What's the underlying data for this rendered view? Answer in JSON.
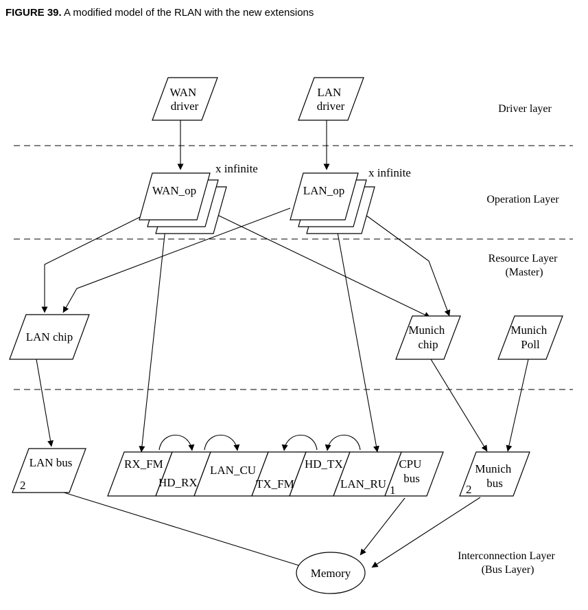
{
  "caption": {
    "label": "FIGURE 39.",
    "text": "A modified model of the RLAN with the new extensions"
  },
  "layers": {
    "driver": [
      "Driver layer"
    ],
    "operation": [
      "Operation Layer"
    ],
    "resource": [
      "Resource Layer",
      "(Master)"
    ],
    "interconnection": [
      "Interconnection Layer",
      "(Bus Layer)"
    ]
  },
  "nodes": {
    "wan_driver": [
      "WAN",
      "driver"
    ],
    "lan_driver": [
      "LAN",
      "driver"
    ],
    "wan_op": [
      "WAN_op"
    ],
    "lan_op": [
      "LAN_op"
    ],
    "lan_chip": [
      "LAN chip"
    ],
    "munich_chip": [
      "Munich",
      "chip"
    ],
    "munich_poll": [
      "Munich",
      "Poll"
    ],
    "lan_bus": [
      "LAN bus"
    ],
    "rx_fm": [
      "RX_FM"
    ],
    "hd_rx": [
      "HD_RX"
    ],
    "lan_cu": [
      "LAN_CU"
    ],
    "tx_fm": [
      "TX_FM"
    ],
    "hd_tx": [
      "HD_TX"
    ],
    "lan_ru": [
      "LAN_RU"
    ],
    "cpu_bus": [
      "CPU",
      "bus"
    ],
    "munich_bus": [
      "Munich",
      "bus"
    ],
    "memory": [
      "Memory"
    ]
  },
  "annotations": {
    "wan_op_multiplicity": "x infinite",
    "lan_op_multiplicity": "x infinite",
    "lan_bus_count": "2",
    "bus_group_count": "1",
    "munich_bus_count": "2"
  }
}
